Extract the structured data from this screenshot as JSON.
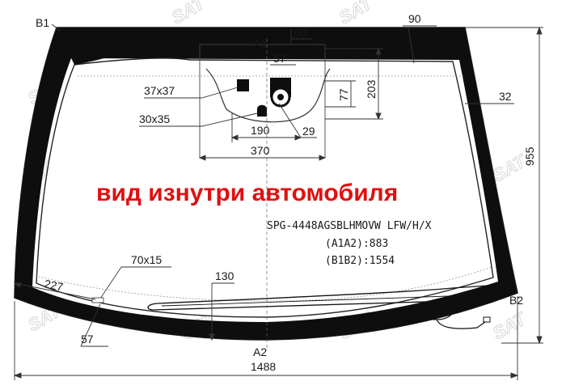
{
  "title": "вид изнутри автомобиля",
  "part_code": "SPG-4448AGSBLHMOVW LFW/H/X",
  "a1a2": "(A1A2):883",
  "b1b2": "(B1B2):1554",
  "labels": {
    "b1": "B1",
    "b2": "B2",
    "a1": "A1",
    "a2": "A2"
  },
  "dimensions": {
    "d60": "60",
    "d90": "90",
    "d57_top": "57",
    "d203": "203",
    "d77": "77",
    "d37x37": "37x37",
    "d32": "32",
    "d30x35": "30x35",
    "d190": "190",
    "d29": "29",
    "d370": "370",
    "d955": "955",
    "d70x15": "70x15",
    "d227": "227",
    "d130": "130",
    "d57_bottom": "57",
    "d1488": "1488"
  },
  "watermark": "SAT"
}
